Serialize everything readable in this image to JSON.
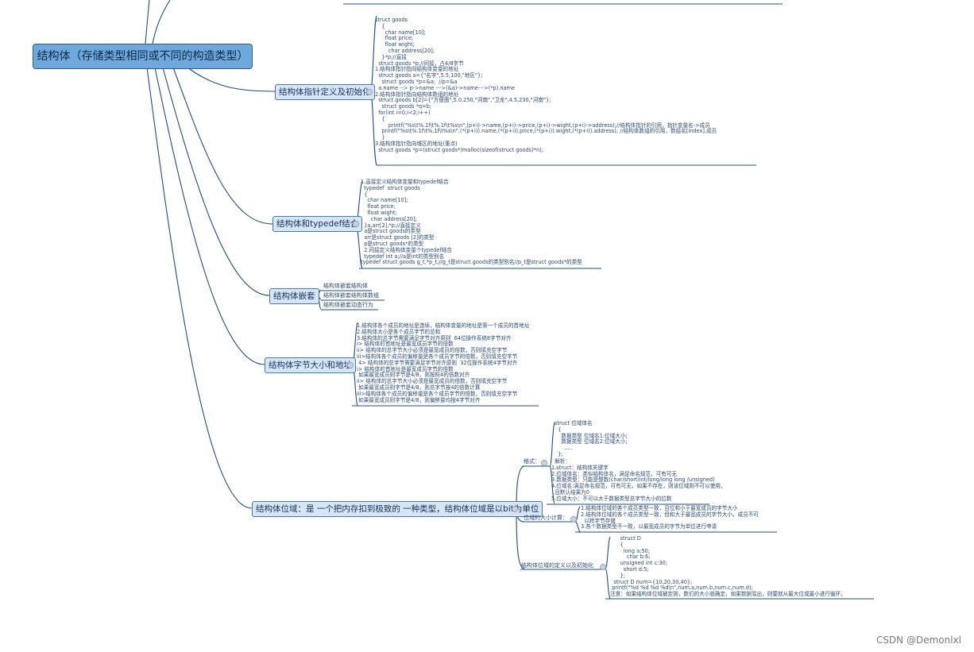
{
  "root": {
    "label": "结构体（存储类型相同或不同的构造类型）"
  },
  "branches": {
    "pointer": {
      "label": "结构体指针定义及初始化",
      "note": "struct goods\n    {\n      char name[10];\n      float price;\n      float wight;\n        char address[20];\n    }*p;//直接\n  struct goods *p;//间接，占4/8字节\n1.结构体指针指向结构体变量的地址\n  struct goods a={\"名字\",5.5,100,\"地区\"};\n    struct goods *p=&a;  //p=&a\n  a.name --> p->name --->(&a)->name--->(*p).name\n2.结构体指针指向结构体数组的地址\n  struct goods b[2]={\"方便面\",5.0,250,\"河南\",\"卫龙\",4.5,230,\"河南\"};\n    struct goods *q=b;\n  for(int i=0;i<2;i++)\n    {\n        printf(\"%s\\t%.1f\\t%.1f\\t%s\\n\",(p+i)->name,(p+i)->price,(p+i)->wight,(p+i)->address);//结构体指针的引用，指针变量名->成员\n    printf(\"%s\\t%.1f\\t%.1f\\t%s\\n\",(*(p+i)).name,(*(p+i)).price,(*(p+i)).wight,(*(p+i)).address); //结构体数组的引用，数组名[index].成员\n    }\n3.结构体指针指向堆区的地址(重点)\n  struct goods *p=(struct goods*)malloc(sizeof(struct goods)*n);"
    },
    "typedef": {
      "label": "结构体和typedef结合",
      "note": "1.直接定义结构体变量和typedef结合\n  typedef  struct goods\n  {\n    char name[10];\n    float price;\n    float wight;\n      char address[20];\n  }a,arr[2],*p;//直接定义\n  a是struct goods的类型\n  arr是struct goods [2]的类型\n  p是struct goods*的类型\n  2.间接定义结构体变量个typedef结合\n  typedef int a;//a是int的类型别名\ntypedef struct goods g_t,*p_t;//g_t是struct goods的类型别名//p_t是struct goods*的类型"
    },
    "nesting": {
      "label": "结构体嵌套",
      "items": [
        "结构体嵌套结构体",
        "结构体嵌套结构体数组",
        "结构体嵌套动态行为"
      ]
    },
    "size": {
      "label": "结构体字节大小和地址",
      "note": "1.结构体各个成员的地址是连续，结构体变量的地址是第一个成员的首地址\n2.结构体大小是各个成员字节的总和\n3.结构体的总字节需要满足字节对齐原则  64位操作系统8字节对齐\ni> 结构体的首地址是最宽成员字节的倍数\nii> 结构体的总字节大小必须是最宽成员的倍数，否则填充空字节\niii>结构体各个成员的偏移量是各个成员字节的倍数，否则填充空字节\n 4> 结构体的总字节需要满足字节对齐原则  32位操作系统4字节对齐\ni> 结构体的首地址是最宽成员字节的倍数\n 如果最宽成员则字节是4/8，则按照4的倍数对齐\nii> 结构体的总字节大小必须是最宽成员的倍数，否则填充空字节\n 如果最宽成员则字节是4/8，则总字节按4的倍数计算\niii>结构体各个成员的偏移量是各个成员字节的倍数，否则填充空字节\n 如果最宽成员则字节是4/8，则偏移量均按4字节对齐"
    },
    "bitfield": {
      "label": "结构体位域：是  一个把内存扣到极致的   一种类型，结构体位域是以bit为单位",
      "format": {
        "label": "格式：",
        "struct_note": "struct 位域体名\n  {\n    数据类型 位域名1:位域大小;\n    数据类型 位域名2:位域大小;\n      .....\n  };",
        "explain_note": "  解析：\n1.struct：结构体关键字\n2.位域体名：类似结构体名，满足命名规范，可有可无\n3.数据类型：只能是整数(char/short/int/long/long long /unsigned)\n4.位域名:满足命名规范，可有可无，如果不存在，则该位域则不可以使用，\n  且默认结果为0\n5.位域大小：不可以大于数据类型总字节大小的位数"
      },
      "size": {
        "label": "位域的大小计算：",
        "note": "1.结构体位域的各个成员类型一致，且位和小于最宽成员的字节大小\n2.结构体位域的各个成员类型一致，但和大于最宽成员的字节大小，成员不可\n  以跨字节存储\n3.各个数据类型不一致，以最宽成员的字节为单位进行申请"
      },
      "init": {
        "label": "结构体位域的定义以及初始化",
        "note": "      struct D\n      {\n        long a:50;\n          char b:6;\n      unsigned int c:30;\n        short d:5;\n      };\n  struct D num={10,20,30,40};\n printf(\"%d %d %d %d\\n\",num.a,num.b,num.c,num.d);\n注意：如果结构体位域被定则，数们的大小就确定，如果数据溢出，则要就从最大位或最小进行循环。"
      }
    }
  },
  "watermark": "CSDN @Demonlxl",
  "colors": {
    "root_fill": "#6fa8dc",
    "branch_fill": "#d6e6f7",
    "line": "#1f4e85",
    "text": "#2a4a7a"
  }
}
